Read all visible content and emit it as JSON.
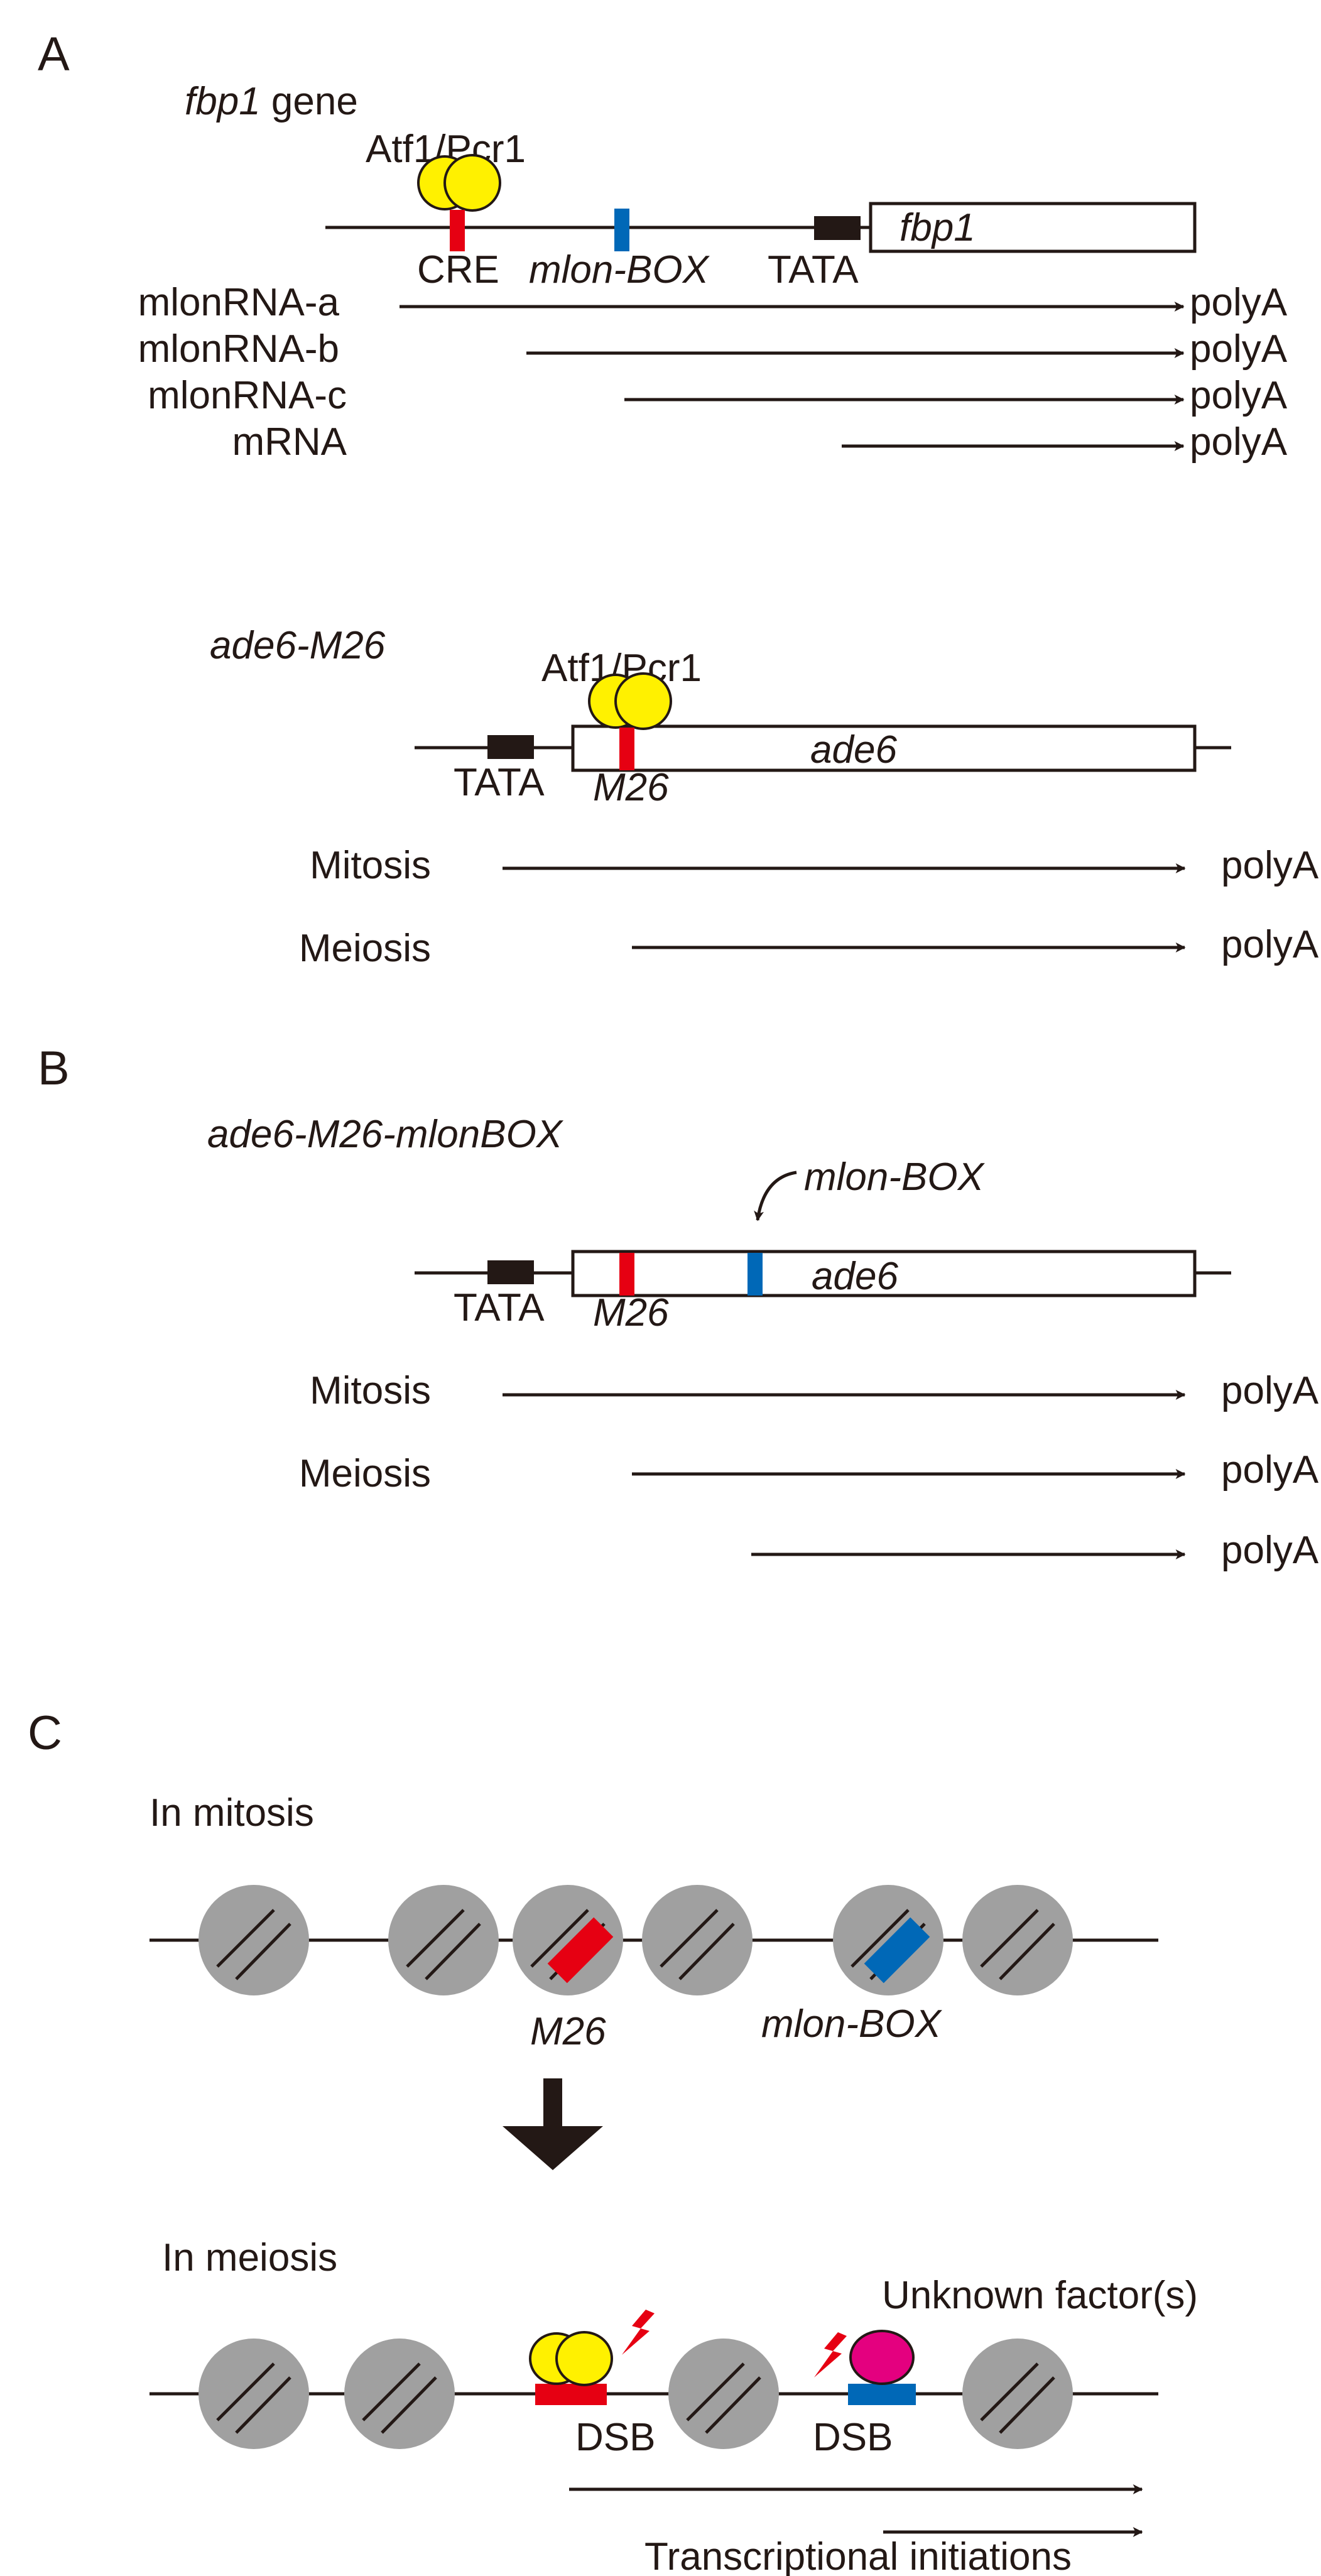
{
  "colors": {
    "ink": "#231815",
    "cre_red": "#e60012",
    "mlonbox_blue": "#0068b7",
    "atf1_yellow": "#fff100",
    "unknown_factor_magenta": "#e4007f",
    "nucleosome_gray": "#a0a0a0",
    "dsb_bolt_red": "#e60012"
  },
  "panel_a": {
    "label": "A",
    "fbp1_section": {
      "gene_name": "fbp1",
      "gene_suffix": " gene",
      "factor_label": "Atf1/Pcr1",
      "element_cre": "CRE",
      "element_mlonbox": "mlon-BOX",
      "element_tata": "TATA",
      "orf_label": "fbp1",
      "transcripts": [
        {
          "name": "mlonRNA-a",
          "end": "polyA"
        },
        {
          "name": "mlonRNA-b",
          "end": "polyA"
        },
        {
          "name": "mlonRNA-c",
          "end": "polyA"
        },
        {
          "name": "mRNA",
          "end": "polyA"
        }
      ]
    },
    "ade6_section": {
      "title": "ade6-M26",
      "factor_label": "Atf1/Pcr1",
      "element_tata": "TATA",
      "element_m26": "M26",
      "orf_label": "ade6",
      "transcripts": [
        {
          "name": "Mitosis",
          "end": "polyA"
        },
        {
          "name": "Meiosis",
          "end": "polyA"
        }
      ]
    }
  },
  "panel_b": {
    "label": "B",
    "title": "ade6-M26-mlonBOX",
    "element_mlonbox": "mlon-BOX",
    "element_tata": "TATA",
    "element_m26": "M26",
    "orf_label": "ade6",
    "transcripts": [
      {
        "name": "Mitosis",
        "end": "polyA"
      },
      {
        "name": "Meiosis",
        "end": "polyA"
      },
      {
        "name": "",
        "end": "polyA"
      }
    ]
  },
  "panel_c": {
    "label": "C",
    "mitosis_heading": "In mitosis",
    "meiosis_heading": "In meiosis",
    "m26_label": "M26",
    "mlonbox_label": "mlon-BOX",
    "unknown_factor_label": "Unknown factor(s)",
    "dsb_label_1": "DSB",
    "dsb_label_2": "DSB",
    "transcription_label": "Transcriptional initiations"
  }
}
